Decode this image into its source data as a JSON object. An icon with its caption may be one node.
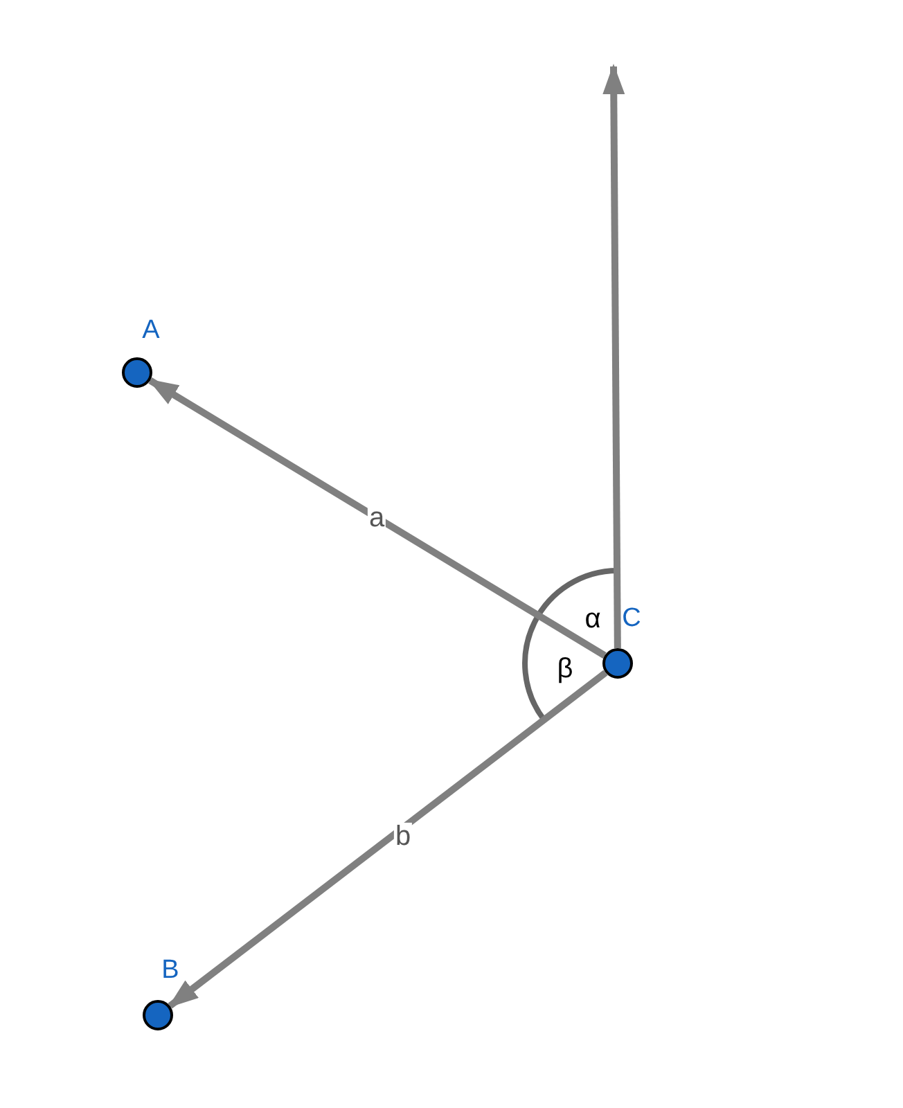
{
  "diagram": {
    "nodes": [
      {
        "text": [
          "A"
        ]
      },
      {
        "text": [
          "B"
        ]
      },
      {
        "text": [
          "C"
        ]
      }
    ],
    "edges": [
      {
        "from": 2,
        "to": 0,
        "arrow": "to",
        "label": "a"
      },
      {
        "from": 2,
        "to": 1,
        "arrow": "to",
        "label": "b"
      },
      {
        "from": 2,
        "to": null,
        "arrow": "to"
      }
    ],
    "labels": [
      "α",
      "β"
    ]
  }
}
